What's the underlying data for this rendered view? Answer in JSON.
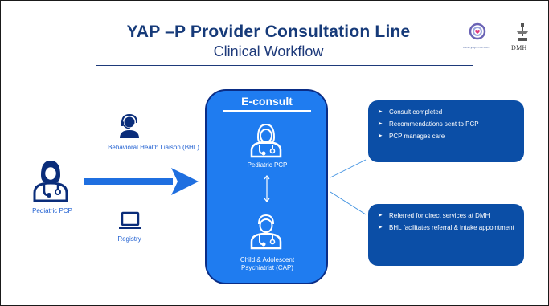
{
  "header": {
    "title": "YAP –P Provider Consultation Line",
    "subtitle": "Clinical Workflow",
    "logo_url_text": "www.yap-p-sc.com",
    "logo_dmh_text": "DMH"
  },
  "left": {
    "pcp_label": "Pediatric PCP",
    "bhl_label": "Behavioral Health Liaison (BHL)",
    "registry_label": "Registry"
  },
  "econsult": {
    "title": "E-consult",
    "pcp_label": "Pediatric PCP",
    "cap_label_line1": "Child & Adolescent",
    "cap_label_line2": "Psychiatrist (CAP)"
  },
  "outcomes": {
    "box1": {
      "items": [
        "Consult completed",
        "Recommendations sent to PCP",
        "PCP manages care"
      ]
    },
    "box2": {
      "items": [
        "Referred for direct services at DMH",
        "BHL facilitates referral & intake appointment"
      ]
    }
  },
  "colors": {
    "title": "#163a79",
    "accent": "#1f7cf0",
    "dark_box": "#0b4ea6",
    "text_blue": "#1f5fd1"
  },
  "icons": [
    "person-icon",
    "headset-icon",
    "laptop-icon",
    "doctor-icon",
    "arrow-icon"
  ]
}
